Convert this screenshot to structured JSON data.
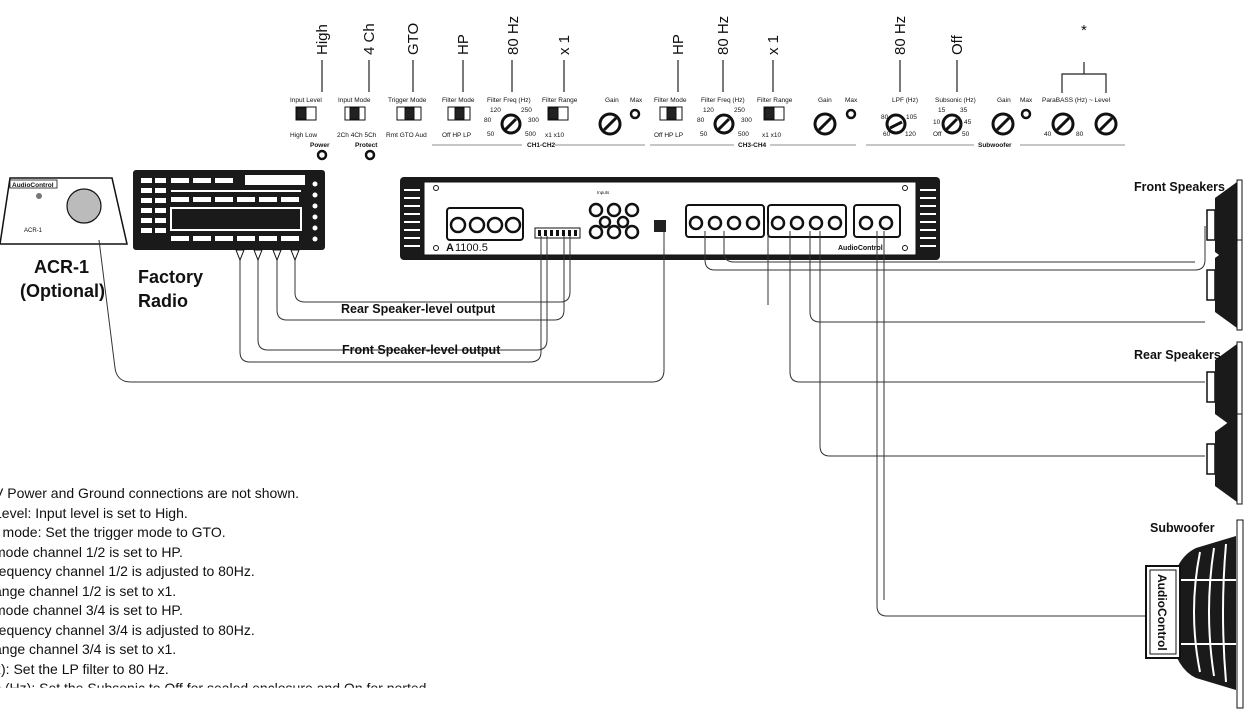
{
  "settings_top": {
    "ch12": {
      "input_level": "High",
      "input_mode": "4 Ch",
      "trigger_mode": "GTO",
      "filter_mode": "HP",
      "filter_freq": "80 Hz",
      "filter_range": "x 1"
    },
    "ch34": {
      "filter_mode": "HP",
      "filter_freq": "80 Hz",
      "filter_range": "x 1"
    },
    "sub": {
      "lpf": "80 Hz",
      "subsonic": "Off",
      "star": "*"
    }
  },
  "panel": {
    "input_level": "Input Level",
    "input_level_opts": "High  Low",
    "input_mode": "Input Mode",
    "input_mode_opts": "2Ch 4Ch  5Ch",
    "trigger_mode": "Trigger Mode",
    "trigger_mode_opts": "Rmt  GTO  Aud",
    "filter_mode": "Filter Mode",
    "filter_mode_opts": "Off  HP  LP",
    "filter_freq": "Filter Freq (Hz)",
    "filter_range": "Filter Range",
    "filter_range_opts": "x1  x10",
    "gain": "Gain",
    "max": "Max",
    "lpf": "LPF (Hz)",
    "subsonic": "Subsonic (Hz)",
    "parabass": "ParaBASS (Hz)  ~  Level",
    "power": "Power",
    "protect": "Protect",
    "group_ch12": "CH1-CH2",
    "group_ch34": "CH3-CH4",
    "group_sub": "Subwoofer",
    "freq_a": [
      "120",
      "250",
      "80",
      "300",
      "50",
      "500"
    ],
    "freq_b": [
      "80",
      "105",
      "60",
      "120"
    ],
    "freq_c": [
      "15",
      "35",
      "10",
      "45",
      "Off",
      "50"
    ],
    "freq_d": [
      "40",
      "80"
    ]
  },
  "devices": {
    "acr_brand": "AudioControl",
    "acr_model": "ACR-1",
    "acr_label_1": "ACR-1",
    "acr_label_2": "(Optional)",
    "radio_label_1": "Factory",
    "radio_label_2": "Radio",
    "amp_model_prefix": "A",
    "amp_model": "1100.5",
    "amp_brand": "AudioControl",
    "amp_inputs": "Inputs",
    "sub_brand": "AudioControl"
  },
  "wiring": {
    "rear_output": "Rear Speaker-level output",
    "front_output": "Front Speaker-level output"
  },
  "speakers": {
    "front": "Front Speakers",
    "rear": "Rear Speakers",
    "sub": "Subwoofer"
  },
  "notes": [
    "V Power and Ground connections are not shown.",
    "Level: Input level is set to High.",
    "r mode:  Set the trigger mode to GTO.",
    "mode channel 1/2 is set to HP.",
    "requency channel 1/2 is adjusted to 80Hz.",
    "ange channel 1/2 is set to x1.",
    "mode channel 3/4 is set to HP.",
    "requency channel 3/4 is adjusted to 80Hz.",
    "ange channel 3/4 is set to x1.",
    "z): Set the LP filter to 80 Hz.",
    "c (Hz): Set the Subsonic to Off for sealed enclosure and On for ported"
  ]
}
